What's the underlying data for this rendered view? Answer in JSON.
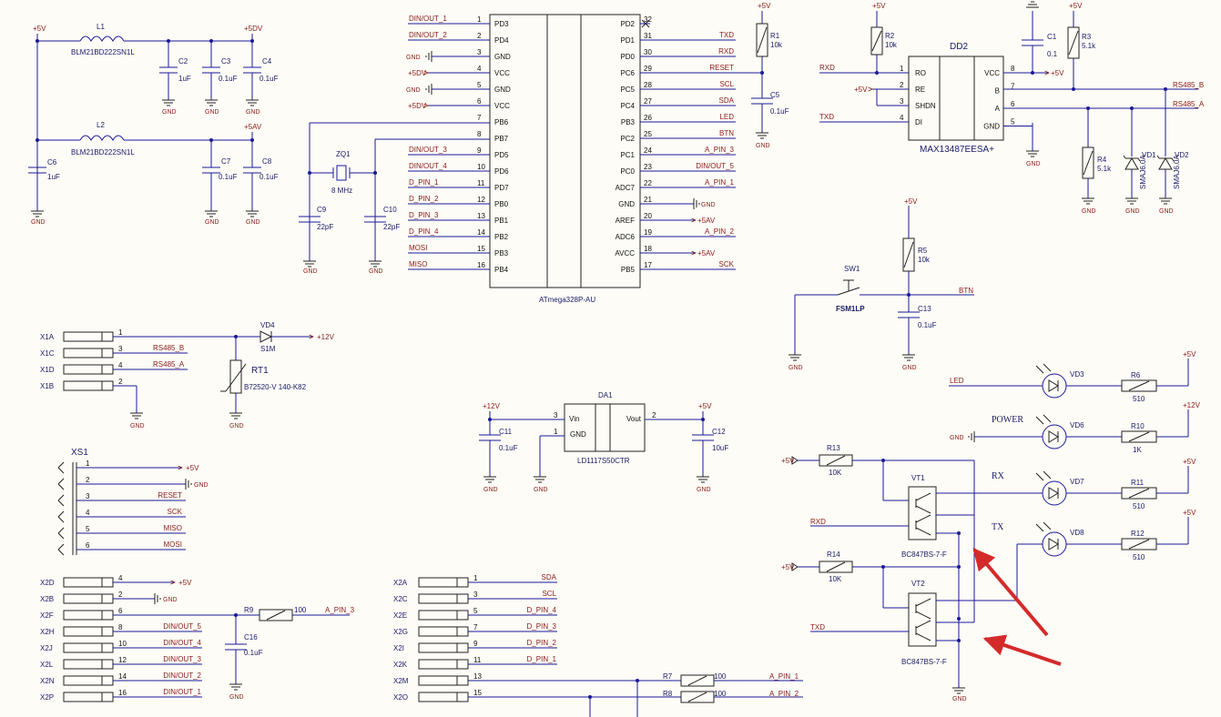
{
  "power": {
    "p5v": "+5V",
    "p5dv": "+5DV",
    "p5av": "+5AV",
    "p12v": "+12V",
    "gnd": "GND"
  },
  "filter": {
    "L1": "L1",
    "L1v": "BLM21BD222SN1L",
    "L2": "L2",
    "L2v": "BLM21BD222SN1L",
    "C2": "C2",
    "C2v": "1uF",
    "C3": "C3",
    "C3v": "0.1uF",
    "C4": "C4",
    "C4v": "0.1uF",
    "C6": "C6",
    "C6v": "1uF",
    "C7": "C7",
    "C7v": "0.1uF",
    "C8": "C8",
    "C8v": "0.1uF"
  },
  "osc": {
    "ZQ1": "ZQ1",
    "ZQ1v": "8 MHz",
    "C9": "C9",
    "C9v": "22pF",
    "C10": "C10",
    "C10v": "22pF"
  },
  "mcu": {
    "name": "ATmega328P-AU",
    "left": [
      {
        "n": "1",
        "p": "PD3",
        "net": "DIN/OUT_1"
      },
      {
        "n": "2",
        "p": "PD4",
        "net": "DIN/OUT_2"
      },
      {
        "n": "3",
        "p": "GND",
        "net": "GND"
      },
      {
        "n": "4",
        "p": "VCC",
        "net": "+5DV"
      },
      {
        "n": "5",
        "p": "GND",
        "net": "GND"
      },
      {
        "n": "6",
        "p": "VCC",
        "net": "+5DV"
      },
      {
        "n": "7",
        "p": "PB6",
        "net": ""
      },
      {
        "n": "8",
        "p": "PB7",
        "net": ""
      },
      {
        "n": "9",
        "p": "PD5",
        "net": "DIN/OUT_3"
      },
      {
        "n": "10",
        "p": "PD6",
        "net": "DIN/OUT_4"
      },
      {
        "n": "11",
        "p": "PD7",
        "net": "D_PIN_1"
      },
      {
        "n": "12",
        "p": "PB0",
        "net": "D_PIN_2"
      },
      {
        "n": "13",
        "p": "PB1",
        "net": "D_PIN_3"
      },
      {
        "n": "14",
        "p": "PB2",
        "net": "D_PIN_4"
      },
      {
        "n": "15",
        "p": "PB3",
        "net": "MOSI"
      },
      {
        "n": "16",
        "p": "PB4",
        "net": "MISO"
      }
    ],
    "right": [
      {
        "n": "32",
        "p": "PD2",
        "net": ""
      },
      {
        "n": "31",
        "p": "PD1",
        "net": "TXD"
      },
      {
        "n": "30",
        "p": "PD0",
        "net": "RXD"
      },
      {
        "n": "29",
        "p": "PC6",
        "net": "RESET"
      },
      {
        "n": "28",
        "p": "PC5",
        "net": "SCL"
      },
      {
        "n": "27",
        "p": "PC4",
        "net": "SDA"
      },
      {
        "n": "26",
        "p": "PB3",
        "net": "LED"
      },
      {
        "n": "25",
        "p": "PC2",
        "net": "BTN"
      },
      {
        "n": "24",
        "p": "PC1",
        "net": "A_PIN_3"
      },
      {
        "n": "23",
        "p": "PC0",
        "net": "DIN/OUT_5"
      },
      {
        "n": "22",
        "p": "ADC7",
        "net": "A_PIN_1"
      },
      {
        "n": "21",
        "p": "GND",
        "net": "GND"
      },
      {
        "n": "20",
        "p": "AREF",
        "net": "+5AV"
      },
      {
        "n": "19",
        "p": "ADC6",
        "net": "A_PIN_2"
      },
      {
        "n": "18",
        "p": "AVCC",
        "net": "+5AV"
      },
      {
        "n": "17",
        "p": "PB5",
        "net": "SCK"
      }
    ]
  },
  "reset": {
    "R1": "R1",
    "R1v": "10k",
    "C5": "C5",
    "C5v": "0.1uF"
  },
  "rs485": {
    "name": "DD2",
    "part": "MAX13487EESA+",
    "left": [
      {
        "n": "1",
        "p": "RO",
        "net": "RXD"
      },
      {
        "n": "2",
        "p": "RE",
        "net": "+5V"
      },
      {
        "n": "3",
        "p": "SHDN",
        "net": ""
      },
      {
        "n": "4",
        "p": "DI",
        "net": "TXD"
      }
    ],
    "right": [
      {
        "n": "8",
        "p": "VCC",
        "net": "+5V"
      },
      {
        "n": "7",
        "p": "B",
        "net": "RS485_B"
      },
      {
        "n": "6",
        "p": "A",
        "net": "RS485_A"
      },
      {
        "n": "5",
        "p": "GND",
        "net": ""
      }
    ],
    "R2": "R2",
    "R2v": "10k",
    "C1": "C1",
    "C1v": "0.1",
    "R3": "R3",
    "R3v": "5.1k",
    "R4": "R4",
    "R4v": "5.1k",
    "VD1": "VD1",
    "VD2": "VD2",
    "VDv": "SMAJ6.0A",
    "neta": "RS485_A",
    "netb": "RS485_B"
  },
  "button": {
    "SW1": "SW1",
    "SW1v": "FSM1LP",
    "R5": "R5",
    "R5v": "10k",
    "C13": "C13",
    "C13v": "0.1uF",
    "net": "BTN"
  },
  "conn_x1": {
    "pins": [
      {
        "l": "X1A",
        "n": "1",
        "net": ""
      },
      {
        "l": "X1C",
        "n": "3",
        "net": "RS485_B"
      },
      {
        "l": "X1D",
        "n": "4",
        "net": "RS485_A"
      },
      {
        "l": "X1B",
        "n": "2",
        "net": ""
      }
    ],
    "VD4": "VD4",
    "VD4v": "S1M",
    "RT1": "RT1",
    "RT1v": "B72520-V 140-K82"
  },
  "reg": {
    "name": "DA1",
    "part": "LD1117S50CTR",
    "vin": "Vin",
    "vout": "Vout",
    "gndp": "GND",
    "p3": "3",
    "p2": "2",
    "p1": "1",
    "C11": "C11",
    "C11v": "0.1uF",
    "C12": "C12",
    "C12v": "10uF"
  },
  "xs1": {
    "name": "XS1",
    "pins": [
      {
        "n": "1",
        "net": "+5V"
      },
      {
        "n": "2",
        "net": "GND"
      },
      {
        "n": "3",
        "net": "RESET"
      },
      {
        "n": "4",
        "net": "SCK"
      },
      {
        "n": "5",
        "net": "MISO"
      },
      {
        "n": "6",
        "net": "MOSI"
      }
    ]
  },
  "conn_x2l": {
    "pins": [
      {
        "l": "X2D",
        "n": "4",
        "net": "+5V"
      },
      {
        "l": "X2B",
        "n": "2",
        "net": "GND"
      },
      {
        "l": "X2F",
        "n": "6",
        "net": ""
      },
      {
        "l": "X2H",
        "n": "8",
        "net": "DIN/OUT_5"
      },
      {
        "l": "X2J",
        "n": "10",
        "net": "DIN/OUT_4"
      },
      {
        "l": "X2L",
        "n": "12",
        "net": "DIN/OUT_3"
      },
      {
        "l": "X2N",
        "n": "14",
        "net": "DIN/OUT_2"
      },
      {
        "l": "X2P",
        "n": "16",
        "net": "DIN/OUT_1"
      }
    ],
    "R9": "R9",
    "R9v": "100",
    "R9net": "A_PIN_3",
    "C16": "C16",
    "C16v": "0.1uF"
  },
  "conn_x2r": {
    "pins": [
      {
        "l": "X2A",
        "n": "1",
        "net": "SDA"
      },
      {
        "l": "X2C",
        "n": "3",
        "net": "SCL"
      },
      {
        "l": "X2E",
        "n": "5",
        "net": "D_PIN_4"
      },
      {
        "l": "X2G",
        "n": "7",
        "net": "D_PIN_3"
      },
      {
        "l": "X2I",
        "n": "9",
        "net": "D_PIN_2"
      },
      {
        "l": "X2K",
        "n": "11",
        "net": "D_PIN_1"
      },
      {
        "l": "X2M",
        "n": "13",
        "net": ""
      },
      {
        "l": "X2O",
        "n": "15",
        "net": ""
      }
    ],
    "R7": "R7",
    "R7v": "100",
    "R7net": "A_PIN_1",
    "R8": "R8",
    "R8v": "100",
    "R8net": "A_PIN_2"
  },
  "leds": [
    {
      "label": "LED",
      "vd": "VD3",
      "r": "R6",
      "rv": "510",
      "pwr": "+5V"
    },
    {
      "label": "POWER",
      "vd": "VD6",
      "r": "R10",
      "rv": "1K",
      "pwr": "+12V"
    },
    {
      "label": "RX",
      "vd": "VD7",
      "r": "R11",
      "rv": "510",
      "pwr": "+5V"
    },
    {
      "label": "TX",
      "vd": "VD8",
      "r": "R12",
      "rv": "510",
      "pwr": "+5V"
    }
  ],
  "drv": {
    "R13": "R13",
    "R13v": "10K",
    "R14": "R14",
    "R14v": "10K",
    "VT1": "VT1",
    "VT2": "VT2",
    "VTv": "BC847BS-7-F",
    "rxd": "RXD",
    "txd": "TXD"
  },
  "colors": {
    "wire": "#1a1a9a",
    "net": "#8b1a1a",
    "arrow": "#d42a2a"
  }
}
